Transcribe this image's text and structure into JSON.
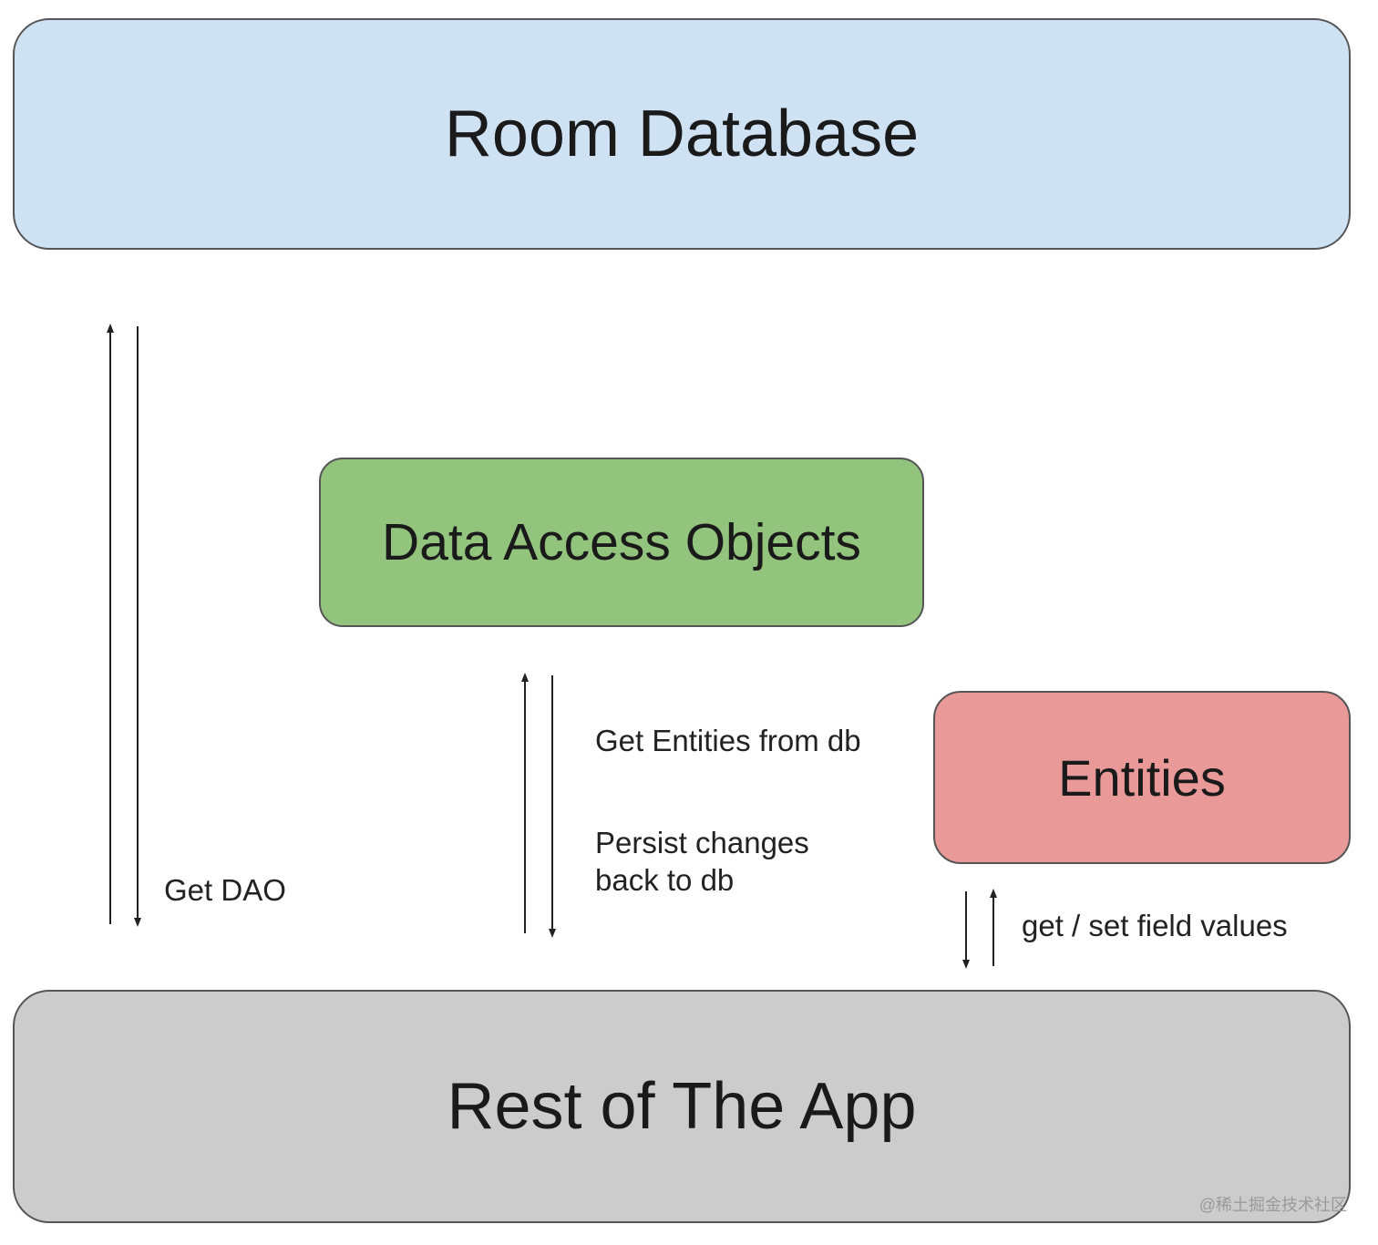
{
  "boxes": {
    "room_database": "Room Database",
    "data_access_objects": "Data Access Objects",
    "entities": "Entities",
    "rest_of_the_app": "Rest of The App"
  },
  "labels": {
    "get_dao": "Get DAO",
    "get_entities": "Get Entities from db",
    "persist_line1": "Persist changes",
    "persist_line2": "back to db",
    "get_set_field_values": "get / set field values"
  },
  "colors": {
    "room_database": "#cfe2f3",
    "data_access_objects": "#93c47d",
    "entities": "#ea9999",
    "rest_of_the_app": "#cccccc",
    "outline": "#555555",
    "arrow": "#222222"
  },
  "watermark": "@稀土掘金技术社区"
}
